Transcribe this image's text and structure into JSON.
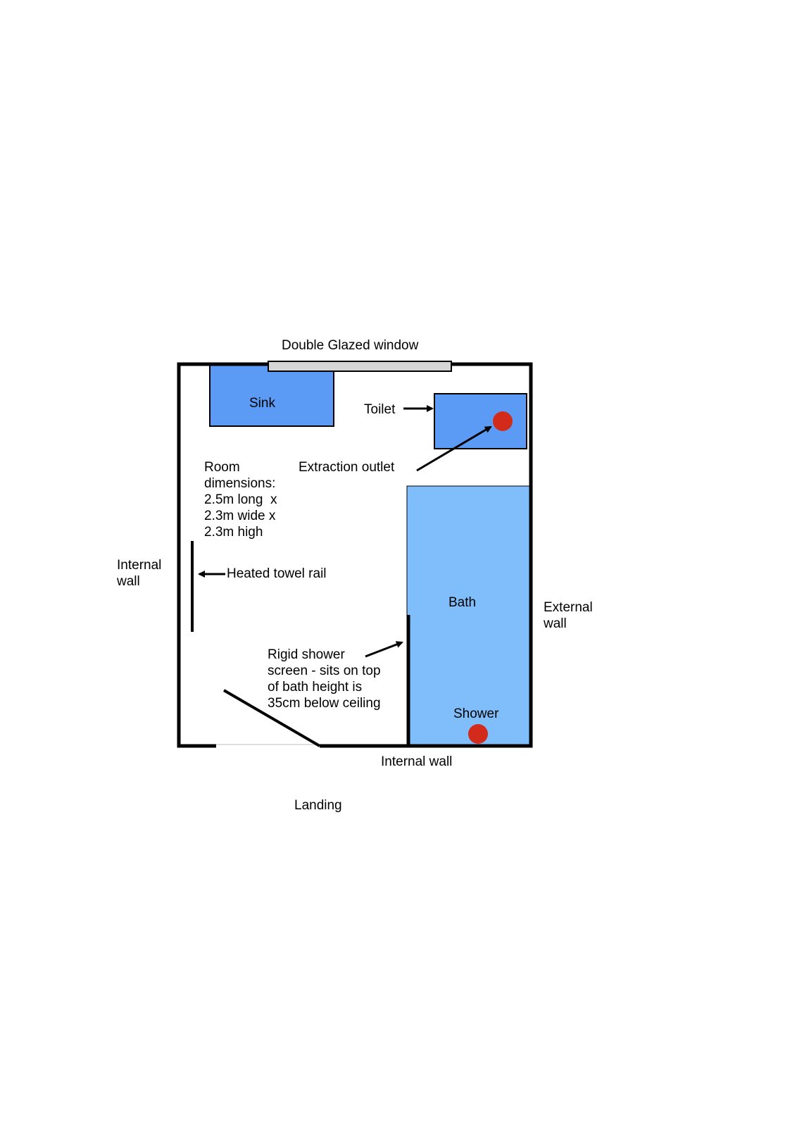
{
  "title": "Double Glazed window",
  "fixtures": {
    "sink": "Sink",
    "toilet": "Toilet",
    "bath": "Bath",
    "shower": "Shower"
  },
  "annotations": {
    "extraction_outlet": "Extraction outlet",
    "room_dimensions": "Room\ndimensions:\n2.5m long  x\n2.3m wide x\n2.3m high",
    "heated_towel_rail": "Heated towel rail",
    "shower_screen": "Rigid shower\nscreen - sits on top\nof bath height is\n35cm below ceiling"
  },
  "walls": {
    "left": "Internal\nwall",
    "right": "External\nwall",
    "bottom": "Internal wall"
  },
  "outside": {
    "landing": "Landing"
  },
  "colors": {
    "sink": "#5b9bf5",
    "toilet": "#5b9bf5",
    "bath": "#80bdfb",
    "outlet_dot": "#d22b1c",
    "window": "#d6d6d6",
    "wall": "#000000"
  }
}
